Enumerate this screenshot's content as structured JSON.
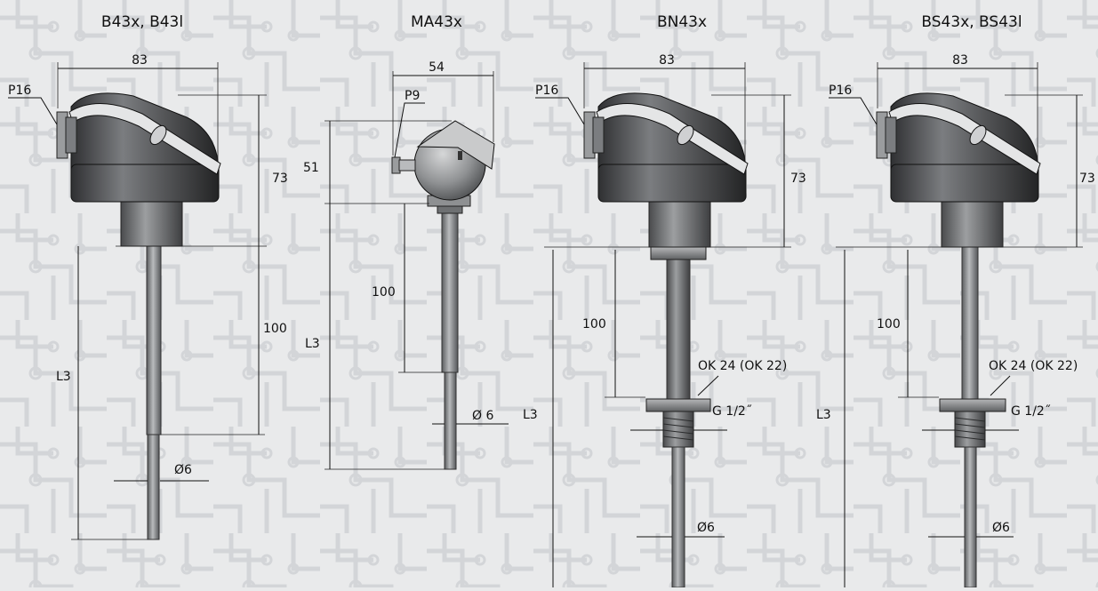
{
  "colors": {
    "background": "#e9eaeb",
    "circuit_pattern": "#d3d5d8",
    "housing_dark": "#3a3b3d",
    "housing_mid": "#6d6f72",
    "stem": "#8a8c8e",
    "dimension_lines": "#111111"
  },
  "diagram": {
    "variants": [
      {
        "title": "B43x,  B43l",
        "labels": {
          "width": "83",
          "height": "73",
          "stem_length": "100",
          "probe_length": "L3",
          "diameter": "Ø6",
          "gland": "P16"
        }
      },
      {
        "title": "MA43x",
        "labels": {
          "width": "54",
          "height": "51",
          "stem_length": "100",
          "probe_length": "L3",
          "diameter": "Ø 6",
          "gland": "P9"
        }
      },
      {
        "title": "BN43x",
        "labels": {
          "width": "83",
          "height": "73",
          "stem_length": "100",
          "probe_length": "L3",
          "diameter": "Ø6",
          "gland": "P16",
          "wrench": "OK 24 (OK 22)",
          "thread": "G 1/2˝"
        }
      },
      {
        "title": "BS43x,  BS43l",
        "labels": {
          "width": "83",
          "height": "73",
          "stem_length": "100",
          "probe_length": "L3",
          "diameter": "Ø6",
          "gland": "P16",
          "wrench": "OK 24 (OK 22)",
          "thread": "G 1/2˝"
        }
      }
    ]
  }
}
